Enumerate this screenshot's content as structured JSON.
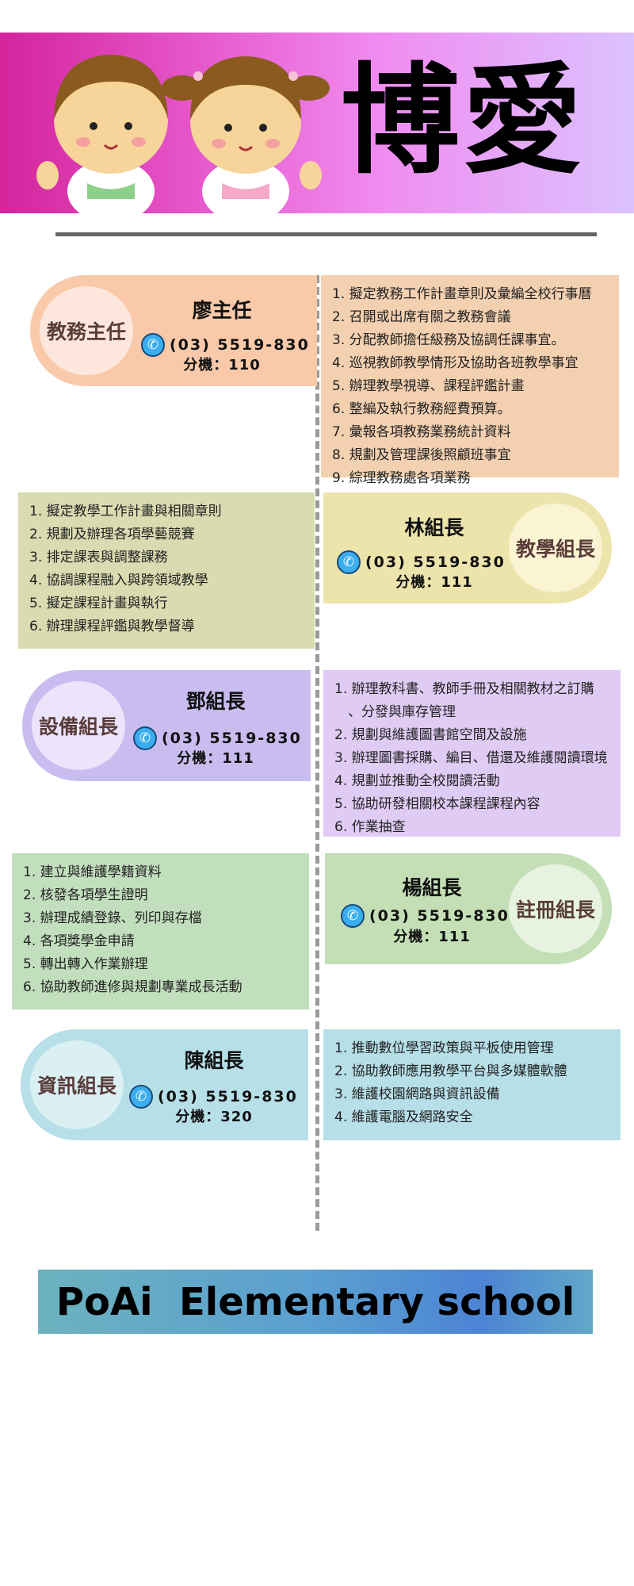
{
  "header": {
    "title": "博愛"
  },
  "sections": [
    {
      "role": "教務主任",
      "name": "廖主任",
      "phone": "(03) 5519-830",
      "ext": "分機：110",
      "pill_color": "#f9c9a9",
      "circle_color": "#fde7dc",
      "box_color": "#f3d0b0",
      "duties": [
        "1. 擬定教務工作計畫章則及彙編全校行事曆",
        "2. 召開或出席有關之教務會議",
        "3. 分配教師擔任級務及協調任課事宜。",
        "4. 巡視教師教學情形及協助各班教學事宜",
        "5. 辦理教學視導、課程評鑑計畫",
        "6. 整編及執行教務經費預算。",
        "7. 彙報各項教務業務統計資料",
        "8. 規劃及管理課後照顧班事宜",
        "9. 綜理教務處各項業務"
      ]
    },
    {
      "role": "教學組長",
      "name": "林組長",
      "phone": "(03) 5519-830",
      "ext": "分機：111",
      "pill_color": "#ede4ac",
      "circle_color": "#faf4d2",
      "box_color": "#d9dbb0",
      "duties": [
        "1. 擬定教學工作計畫與相關章則",
        "2. 規劃及辦理各項學藝競賽",
        "3. 排定課表與調整課務",
        "4. 協調課程融入與跨領域教學",
        "5. 擬定課程計畫與執行",
        "6. 辦理課程評鑑與教學督導"
      ]
    },
    {
      "role": "設備組長",
      "name": "鄧組長",
      "phone": "(03) 5519-830",
      "ext": "分機：111",
      "pill_color": "#c9bdf0",
      "circle_color": "#ebe4fb",
      "box_color": "#dfcbf3",
      "duties": [
        "1. 辦理教科書、教師手冊及相關教材之訂購",
        "　、分發與庫存管理",
        "2. 規劃與維護圖書館空間及設施",
        "3. 辦理圖書採購、編目、借還及維護閱讀環境",
        "4. 規劃並推動全校閱讀活動",
        "5. 協助研發相關校本課程課程內容",
        "6. 作業抽查"
      ]
    },
    {
      "role": "註冊組長",
      "name": "楊組長",
      "phone": "(03) 5519-830",
      "ext": "分機：111",
      "pill_color": "#c4dfb6",
      "circle_color": "#e7f3e0",
      "box_color": "#c2dfbd",
      "duties": [
        "1. 建立與維護學籍資料",
        "2. 核發各項學生證明",
        "3. 辦理成績登錄、列印與存檔",
        "4. 各項獎學金申請",
        "5. 轉出轉入作業辦理",
        "6. 協助教師進修與規劃專業成長活動"
      ]
    },
    {
      "role": "資訊組長",
      "name": "陳組長",
      "phone": "(03) 5519-830",
      "ext": "分機：320",
      "pill_color": "#b6dfe8",
      "circle_color": "#daf0f3",
      "box_color": "#b6dfe8",
      "duties": [
        "1. 推動數位學習政策與平板使用管理",
        "2. 協助教師應用教學平台與多媒體軟體",
        "3. 維護校園網路與資訊設備",
        "4. 維護電腦及網路安全"
      ]
    }
  ],
  "footer": {
    "text": "PoAi  Elementary school"
  }
}
